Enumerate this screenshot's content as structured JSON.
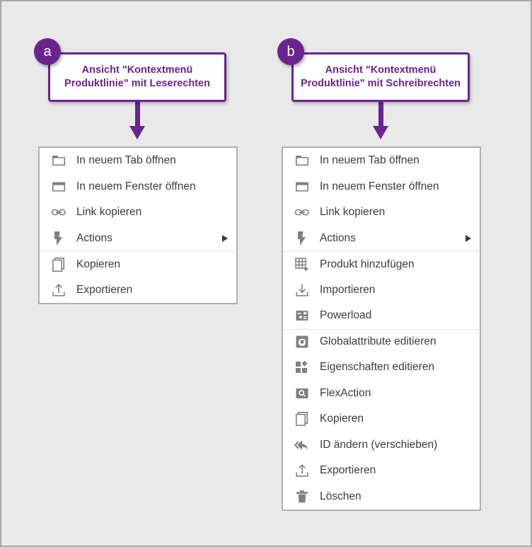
{
  "figure": {
    "background_color": "#e9e9e9",
    "accent_color": "#6b2391",
    "menu_text_color": "#3c3c3c",
    "icon_color": "#808080"
  },
  "callouts": [
    {
      "badge": "a",
      "caption": "Ansicht \"Kontextmenü Produktlinie\" mit Leserechten"
    },
    {
      "badge": "b",
      "caption": "Ansicht \"Kontextmenü Produktlinie\" mit Schreibrechten"
    }
  ],
  "menus": [
    {
      "name": "read-permissions-context-menu",
      "items": [
        {
          "label": "In neuem Tab öffnen",
          "icon": "new-tab-icon",
          "separator_above": false,
          "submenu": false
        },
        {
          "label": "In neuem Fenster öffnen",
          "icon": "new-window-icon",
          "separator_above": false,
          "submenu": false
        },
        {
          "label": "Link kopieren",
          "icon": "link-icon",
          "separator_above": false,
          "submenu": false
        },
        {
          "label": "Actions",
          "icon": "lightning-icon",
          "separator_above": false,
          "submenu": true
        },
        {
          "label": "Kopieren",
          "icon": "copy-icon",
          "separator_above": true,
          "submenu": false
        },
        {
          "label": "Exportieren",
          "icon": "export-icon",
          "separator_above": false,
          "submenu": false
        }
      ]
    },
    {
      "name": "write-permissions-context-menu",
      "items": [
        {
          "label": "In neuem Tab öffnen",
          "icon": "new-tab-icon",
          "separator_above": false,
          "submenu": false
        },
        {
          "label": "In neuem Fenster öffnen",
          "icon": "new-window-icon",
          "separator_above": false,
          "submenu": false
        },
        {
          "label": "Link kopieren",
          "icon": "link-icon",
          "separator_above": false,
          "submenu": false
        },
        {
          "label": "Actions",
          "icon": "lightning-icon",
          "separator_above": false,
          "submenu": true
        },
        {
          "label": "Produkt hinzufügen",
          "icon": "grid-plus-icon",
          "separator_above": true,
          "submenu": false
        },
        {
          "label": "Importieren",
          "icon": "import-icon",
          "separator_above": false,
          "submenu": false
        },
        {
          "label": "Powerload",
          "icon": "calculator-icon",
          "separator_above": false,
          "submenu": false
        },
        {
          "label": "Globalattribute editieren",
          "icon": "gear-square-icon",
          "separator_above": true,
          "submenu": false
        },
        {
          "label": "Eigenschaften editieren",
          "icon": "properties-icon",
          "separator_above": false,
          "submenu": false
        },
        {
          "label": "FlexAction",
          "icon": "search-square-icon",
          "separator_above": false,
          "submenu": false
        },
        {
          "label": "Kopieren",
          "icon": "copy-icon",
          "separator_above": false,
          "submenu": false
        },
        {
          "label": "ID ändern (verschieben)",
          "icon": "move-back-icon",
          "separator_above": false,
          "submenu": false
        },
        {
          "label": "Exportieren",
          "icon": "export-icon",
          "separator_above": false,
          "submenu": false
        },
        {
          "label": "Löschen",
          "icon": "trash-icon",
          "separator_above": false,
          "submenu": false
        }
      ]
    }
  ]
}
